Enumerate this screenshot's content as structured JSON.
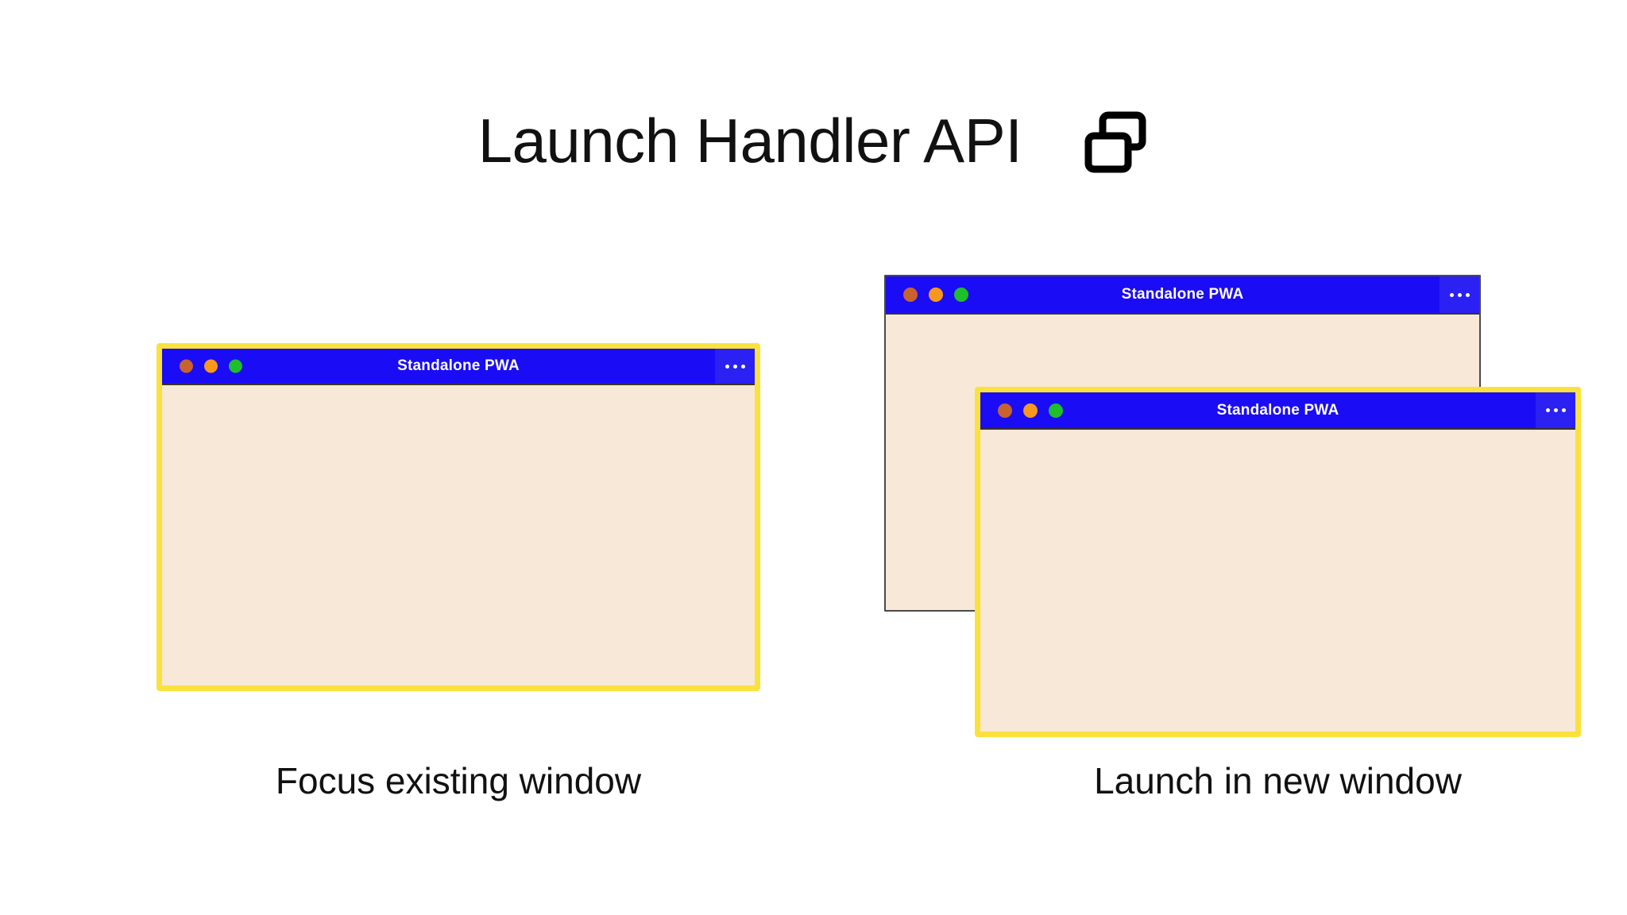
{
  "header": {
    "title": "Launch Handler API",
    "icon": "multi-window-icon"
  },
  "windows": {
    "left": {
      "title": "Standalone PWA",
      "menu_label": "•••",
      "focused": true,
      "border_color": "#fbe13c",
      "titlebar_color": "#1a0cf5",
      "body_color": "#f7e8d8",
      "controls": [
        "close-dot",
        "minimize-dot",
        "maximize-dot"
      ]
    },
    "right_back": {
      "title": "Standalone PWA",
      "menu_label": "•••",
      "focused": false,
      "border_color": "#4a4a4a",
      "titlebar_color": "#1a0cf5",
      "body_color": "#f7e8d8",
      "controls": [
        "close-dot",
        "minimize-dot",
        "maximize-dot"
      ]
    },
    "right_front": {
      "title": "Standalone PWA",
      "menu_label": "•••",
      "focused": true,
      "border_color": "#fbe13c",
      "titlebar_color": "#1a0cf5",
      "body_color": "#f7e8d8",
      "controls": [
        "close-dot",
        "minimize-dot",
        "maximize-dot"
      ]
    }
  },
  "captions": {
    "left": "Focus existing window",
    "right": "Launch in new window"
  },
  "colors": {
    "background": "#ffffff",
    "highlight_yellow": "#fbe13c",
    "window_blue": "#1a0cf5",
    "menu_blue": "#2a21f2",
    "window_cream": "#f7e8d8",
    "dot_red": "#c8622f",
    "dot_amber": "#f7981d",
    "dot_green": "#1fbe2a",
    "text": "#111111"
  }
}
